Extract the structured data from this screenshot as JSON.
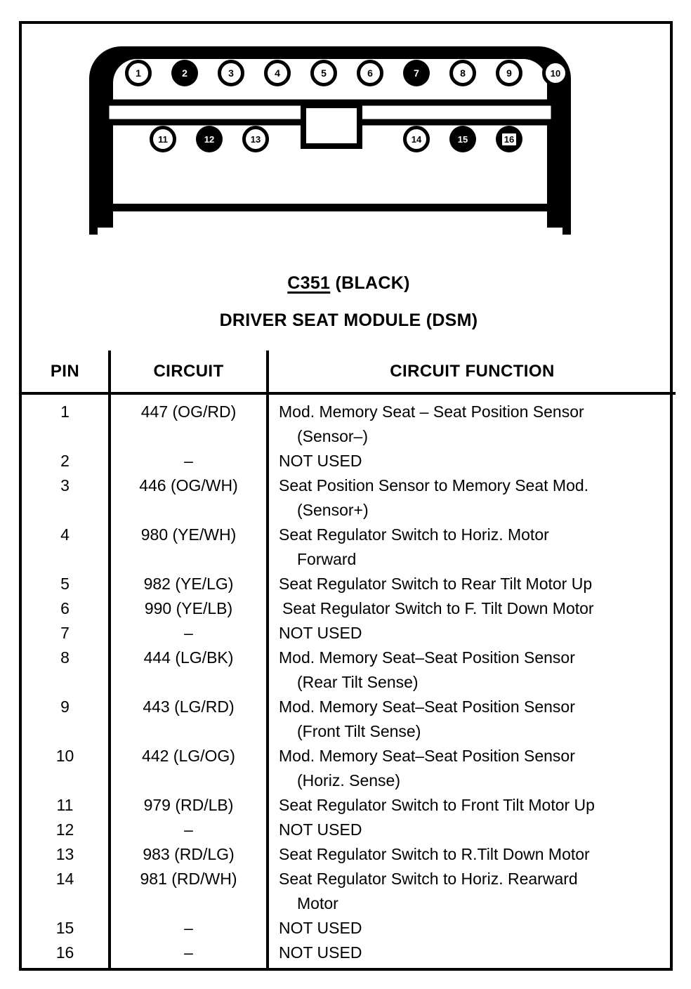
{
  "connector": {
    "name": "C351",
    "color_label": "(BLACK)",
    "module_title": "DRIVER SEAT MODULE (DSM)",
    "ink_color": "#000000",
    "body_color": "#ffffff",
    "top_row_pins": [
      {
        "n": "1",
        "filled": false,
        "boxed": false
      },
      {
        "n": "2",
        "filled": true,
        "boxed": false
      },
      {
        "n": "3",
        "filled": false,
        "boxed": false
      },
      {
        "n": "4",
        "filled": false,
        "boxed": false
      },
      {
        "n": "5",
        "filled": false,
        "boxed": false
      },
      {
        "n": "6",
        "filled": false,
        "boxed": false
      },
      {
        "n": "7",
        "filled": true,
        "boxed": false
      },
      {
        "n": "8",
        "filled": false,
        "boxed": false
      },
      {
        "n": "9",
        "filled": false,
        "boxed": false
      },
      {
        "n": "10",
        "filled": false,
        "boxed": false
      }
    ],
    "bottom_left_pins": [
      {
        "n": "11",
        "filled": false,
        "boxed": false
      },
      {
        "n": "12",
        "filled": true,
        "boxed": false
      },
      {
        "n": "13",
        "filled": false,
        "boxed": false
      }
    ],
    "bottom_right_pins": [
      {
        "n": "14",
        "filled": false,
        "boxed": false
      },
      {
        "n": "15",
        "filled": true,
        "boxed": false
      },
      {
        "n": "16",
        "filled": true,
        "boxed": true
      }
    ]
  },
  "table": {
    "headers": {
      "pin": "PIN",
      "circuit": "CIRCUIT",
      "function": "CIRCUIT FUNCTION"
    },
    "rows": [
      {
        "pin": "1",
        "circuit": "447 (OG/RD)",
        "function_lines": [
          "Mod. Memory Seat – Seat Position Sensor",
          "(Sensor–)"
        ]
      },
      {
        "pin": "2",
        "circuit": "–",
        "function_lines": [
          "NOT USED"
        ]
      },
      {
        "pin": "3",
        "circuit": "446 (OG/WH)",
        "function_lines": [
          "Seat Position Sensor to Memory Seat Mod.",
          "(Sensor+)"
        ]
      },
      {
        "pin": "4",
        "circuit": "980 (YE/WH)",
        "function_lines": [
          "Seat Regulator Switch to Horiz. Motor",
          "Forward"
        ]
      },
      {
        "pin": "5",
        "circuit": "982 (YE/LG)",
        "function_lines": [
          "Seat Regulator Switch to Rear Tilt Motor Up"
        ]
      },
      {
        "pin": "6",
        "circuit": "990 (YE/LB)",
        "function_lines": [
          "Seat Regulator Switch to F. Tilt Down Motor"
        ]
      },
      {
        "pin": "7",
        "circuit": "–",
        "function_lines": [
          "NOT USED"
        ]
      },
      {
        "pin": "8",
        "circuit": "444 (LG/BK)",
        "function_lines": [
          "Mod. Memory Seat–Seat Position Sensor",
          "(Rear Tilt Sense)"
        ]
      },
      {
        "pin": "9",
        "circuit": "443 (LG/RD)",
        "function_lines": [
          "Mod. Memory Seat–Seat Position Sensor",
          "(Front Tilt Sense)"
        ]
      },
      {
        "pin": "10",
        "circuit": "442 (LG/OG)",
        "function_lines": [
          "Mod. Memory Seat–Seat Position Sensor",
          "(Horiz. Sense)"
        ]
      },
      {
        "pin": "11",
        "circuit": "979 (RD/LB)",
        "function_lines": [
          "Seat Regulator Switch to Front Tilt Motor Up"
        ]
      },
      {
        "pin": "12",
        "circuit": "–",
        "function_lines": [
          "NOT USED"
        ]
      },
      {
        "pin": "13",
        "circuit": "983 (RD/LG)",
        "function_lines": [
          "Seat Regulator Switch to R.Tilt Down Motor"
        ]
      },
      {
        "pin": "14",
        "circuit": "981 (RD/WH)",
        "function_lines": [
          "Seat Regulator Switch to Horiz. Rearward",
          "Motor"
        ]
      },
      {
        "pin": "15",
        "circuit": "–",
        "function_lines": [
          "NOT USED"
        ]
      },
      {
        "pin": "16",
        "circuit": "–",
        "function_lines": [
          "NOT USED"
        ]
      }
    ]
  }
}
